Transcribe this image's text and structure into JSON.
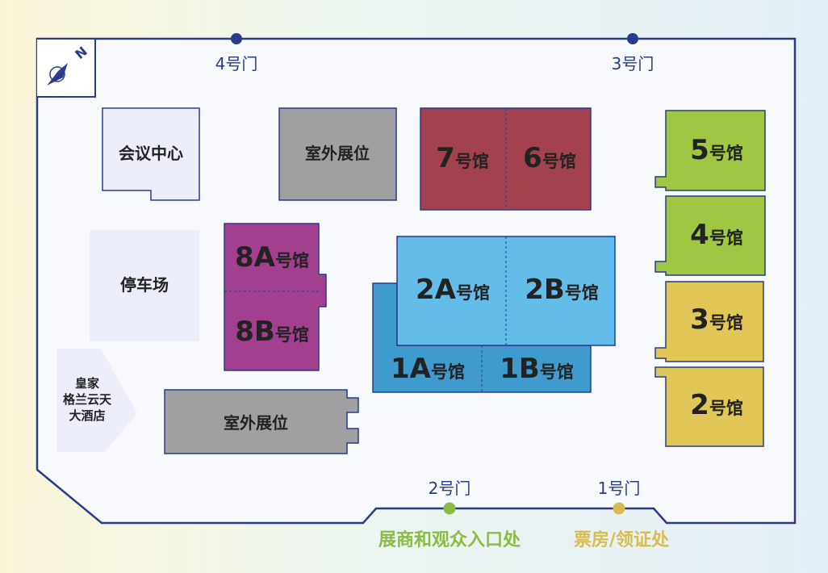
{
  "colors": {
    "border": "#2a3b8c",
    "grey": "#a0a0a2",
    "maroon": "#a4414f",
    "purple": "#a23f8f",
    "light_blue": "#64bce8",
    "dark_blue": "#3f9acd",
    "green": "#9fc743",
    "yellow": "#e1c658",
    "lilac": "#eceff9",
    "entrance_green": "#8bbb43",
    "entrance_yellow": "#d9bb50"
  },
  "compass": {
    "icon": "north-arrow-icon",
    "label": "N"
  },
  "gates": {
    "gate4": "4号门",
    "gate3": "3号门",
    "gate2": "2号门",
    "gate1": "1号门"
  },
  "entrances": {
    "exhibitor_visitor": "展商和观众入口处",
    "ticket_office": "票房/领证处"
  },
  "buildings": {
    "conference_center": "会议中心",
    "outdoor_top": "室外展位",
    "outdoor_bottom": "室外展位",
    "parking": "停车场",
    "hotel_line1": "皇家",
    "hotel_line2": "格兰云天",
    "hotel_line3": "大酒店"
  },
  "halls": {
    "h7": {
      "num": "7",
      "suffix": "号馆"
    },
    "h6": {
      "num": "6",
      "suffix": "号馆"
    },
    "h8a": {
      "num": "8A",
      "suffix": "号馆"
    },
    "h8b": {
      "num": "8B",
      "suffix": "号馆"
    },
    "h2a": {
      "num": "2A",
      "suffix": "号馆"
    },
    "h2b": {
      "num": "2B",
      "suffix": "号馆"
    },
    "h1a": {
      "num": "1A",
      "suffix": "号馆"
    },
    "h1b": {
      "num": "1B",
      "suffix": "号馆"
    },
    "h5": {
      "num": "5",
      "suffix": "号馆"
    },
    "h4": {
      "num": "4",
      "suffix": "号馆"
    },
    "h3": {
      "num": "3",
      "suffix": "号馆"
    },
    "h2": {
      "num": "2",
      "suffix": "号馆"
    }
  }
}
